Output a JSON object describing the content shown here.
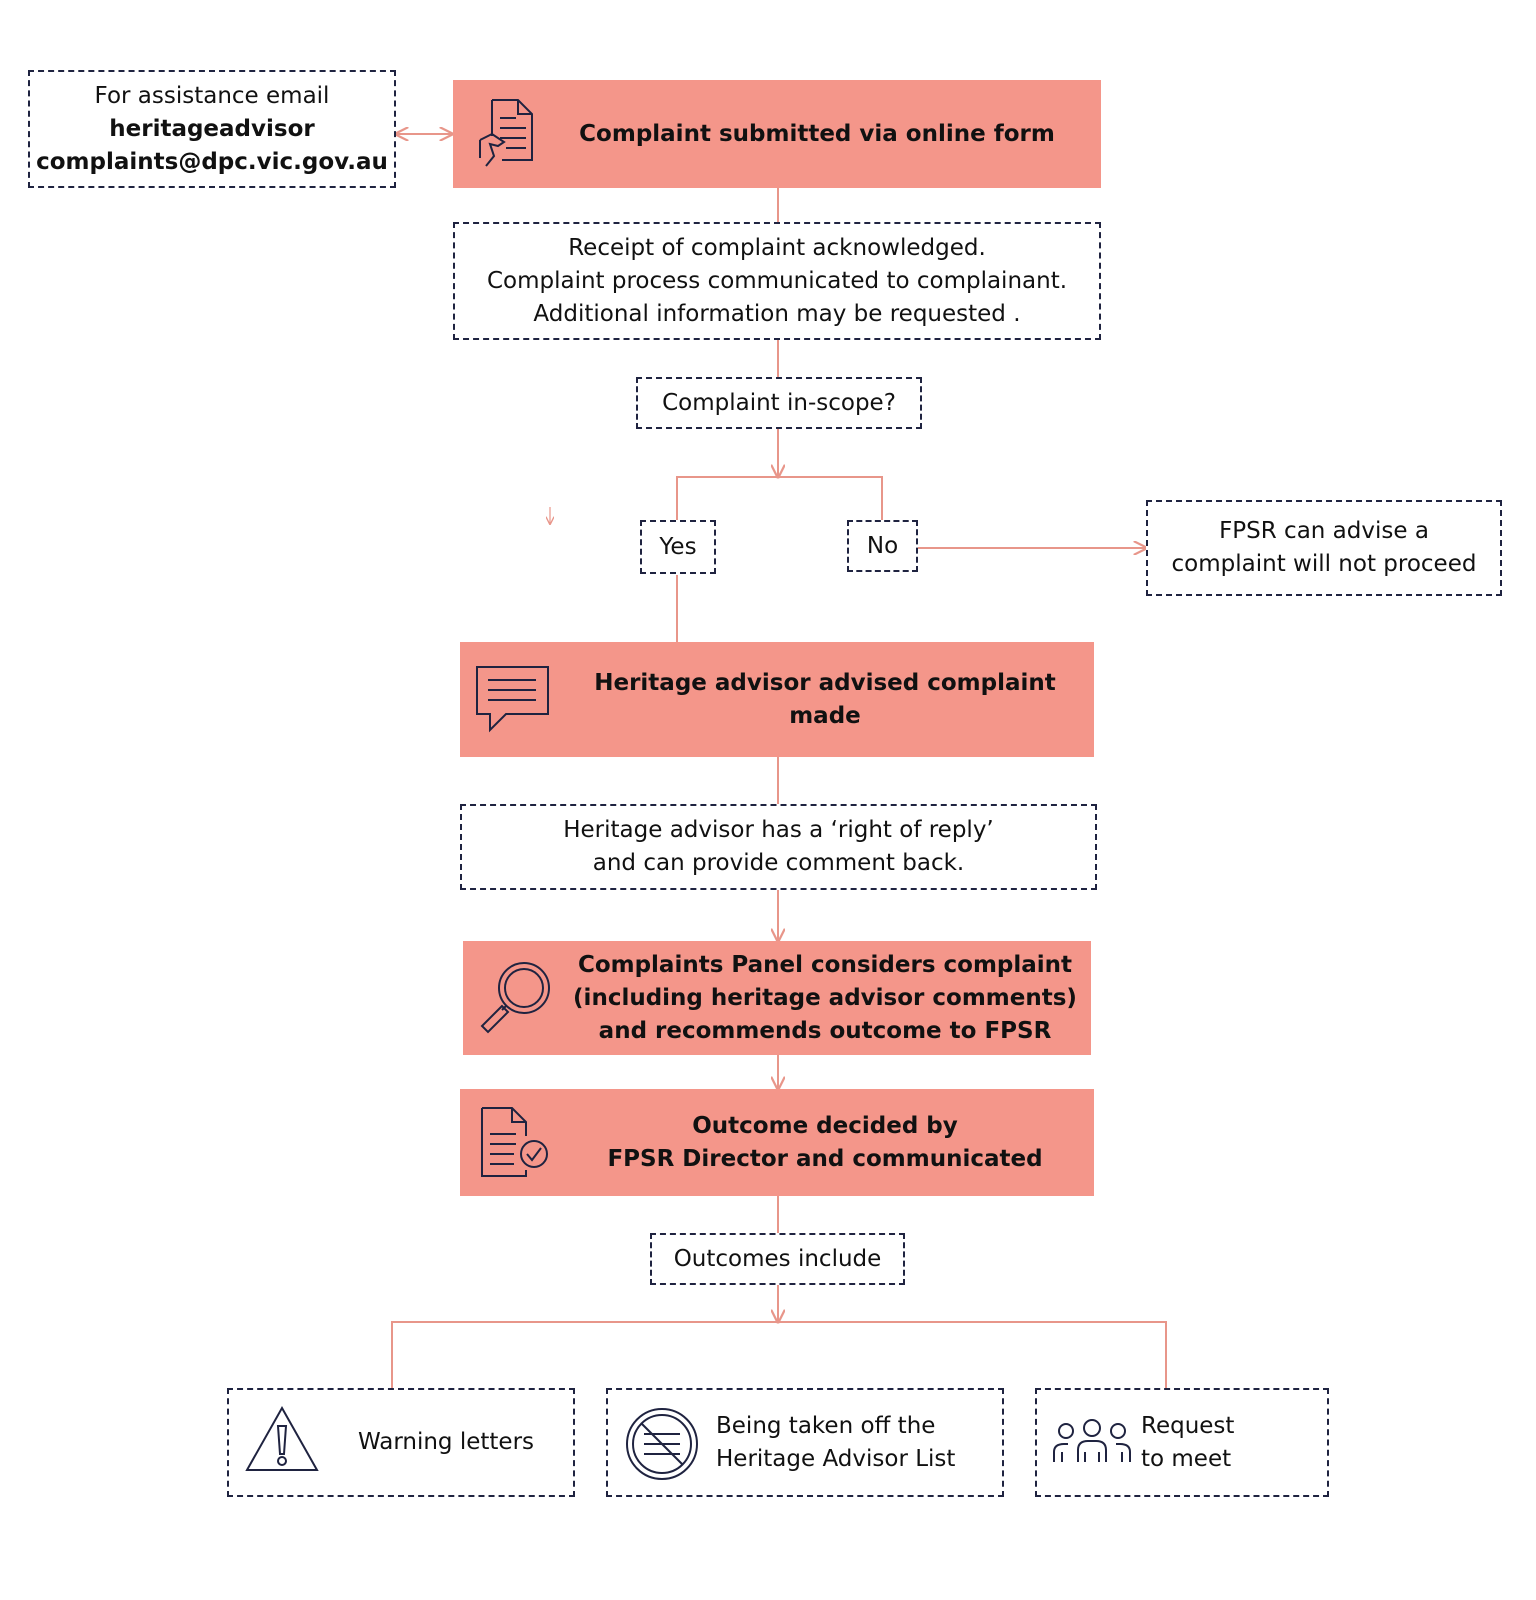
{
  "assistance": {
    "line1": "For assistance email",
    "line2": "heritageadvisor",
    "line3": "complaints@dpc.vic.gov.au"
  },
  "steps": {
    "submitted": "Complaint submitted via online form",
    "receipt": {
      "line1": "Receipt of complaint acknowledged.",
      "line2": "Complaint process communicated to complainant.",
      "line3": "Additional information may be requested ."
    },
    "inscope": "Complaint in-scope?",
    "yes": "Yes",
    "no": "No",
    "not_proceed": {
      "line1": "FPSR can advise a",
      "line2": "complaint will not proceed"
    },
    "advised": "Heritage advisor advised complaint made",
    "reply": {
      "line1": "Heritage advisor has a ‘right of reply’",
      "line2": "and can provide comment back."
    },
    "panel": {
      "line1": "Complaints Panel considers complaint",
      "line2": "(including heritage advisor comments)",
      "line3": "and recommends outcome to FPSR"
    },
    "decided": {
      "line1": "Outcome decided by",
      "line2": "FPSR Director and communicated"
    },
    "outcomes_include": "Outcomes include"
  },
  "outcomes": {
    "warning": "Warning letters",
    "removed": {
      "line1": "Being taken off the",
      "line2": "Heritage Advisor List"
    },
    "meet": {
      "line1": "Request",
      "line2": "to meet"
    }
  },
  "colors": {
    "accent_fill": "#f4968a",
    "connector": "#e8968a",
    "dashed_border": "#1f2340"
  },
  "icons": [
    "document-hand-icon",
    "speech-bubble-icon",
    "magnifier-icon",
    "document-check-icon",
    "warning-triangle-icon",
    "prohibited-list-icon",
    "people-group-icon"
  ]
}
